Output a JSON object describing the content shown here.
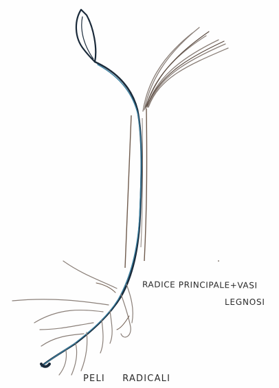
{
  "labels": {
    "radice_line1": "RADICE PRINCIPALE+VASI",
    "radice_line2": "LEGNOSI",
    "peli_radicali": "PELI RADICALI"
  },
  "colors": {
    "stem_dark": "#1a2a3a",
    "stem_blue": "#3a7fa0",
    "hair_grey": "#8a7f78",
    "hair_brown": "#6e5a4c",
    "ink": "#2a2a2a"
  }
}
